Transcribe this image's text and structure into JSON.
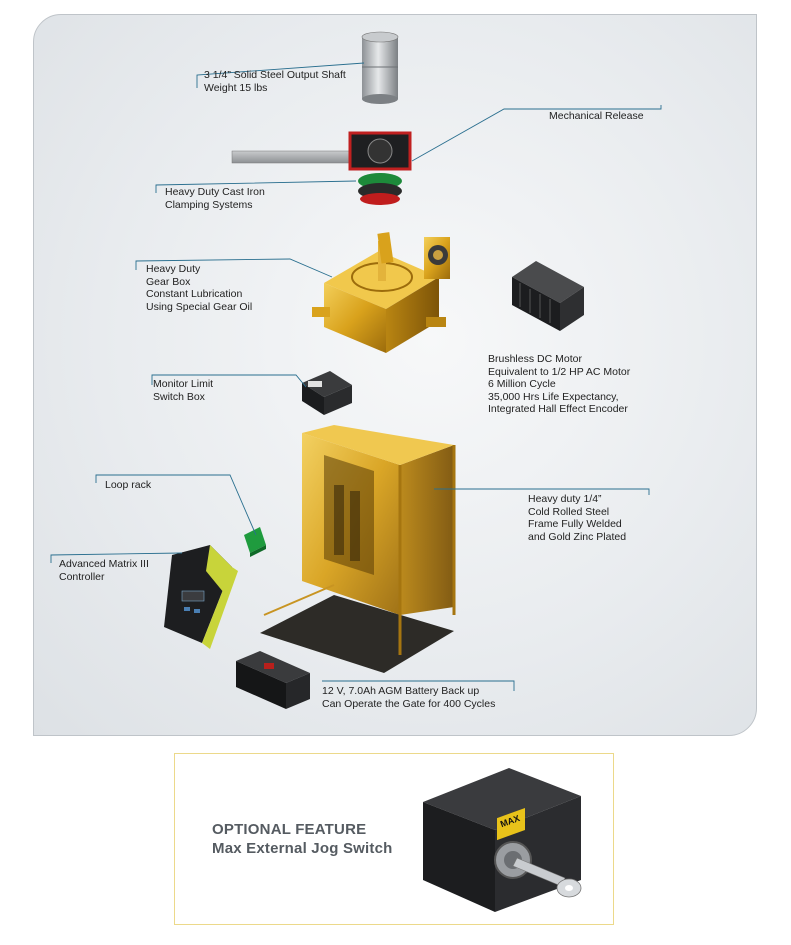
{
  "panel": {
    "callouts": {
      "output_shaft": [
        "3 1/4” Solid Steel Output Shaft",
        "Weight 15 lbs"
      ],
      "mechanical_release": [
        "Mechanical Release"
      ],
      "clamping": [
        "Heavy Duty Cast Iron",
        "Clamping Systems"
      ],
      "gear_box": [
        "Heavy Duty",
        "Gear Box",
        "Constant Lubrication",
        "Using Special Gear Oil"
      ],
      "motor": [
        "Brushless DC Motor",
        "Equivalent to 1/2 HP AC Motor",
        "6 Million Cycle",
        "35,000 Hrs Life Expectancy,",
        "Integrated Hall Effect Encoder"
      ],
      "limit_switch": [
        "Monitor Limit",
        "Switch Box"
      ],
      "loop_rack": [
        "Loop rack"
      ],
      "frame": [
        "Heavy duty 1/4”",
        "Cold Rolled Steel",
        "Frame Fully Welded",
        "and Gold Zinc Plated"
      ],
      "controller": [
        "Advanced Matrix III",
        "Controller"
      ],
      "battery": [
        "12 V, 7.0Ah AGM Battery Back up",
        "Can Operate the Gate for 400 Cycles"
      ]
    }
  },
  "optional_feature": {
    "heading": "OPTIONAL FEATURE",
    "name": "Max External Jog Switch",
    "logo_text": "MAX"
  },
  "colors": {
    "leader_line": "#2a6f8f",
    "gold": "#d9a21c",
    "panel_border": "#bfc4c9",
    "feature_border": "#ecd98a"
  }
}
